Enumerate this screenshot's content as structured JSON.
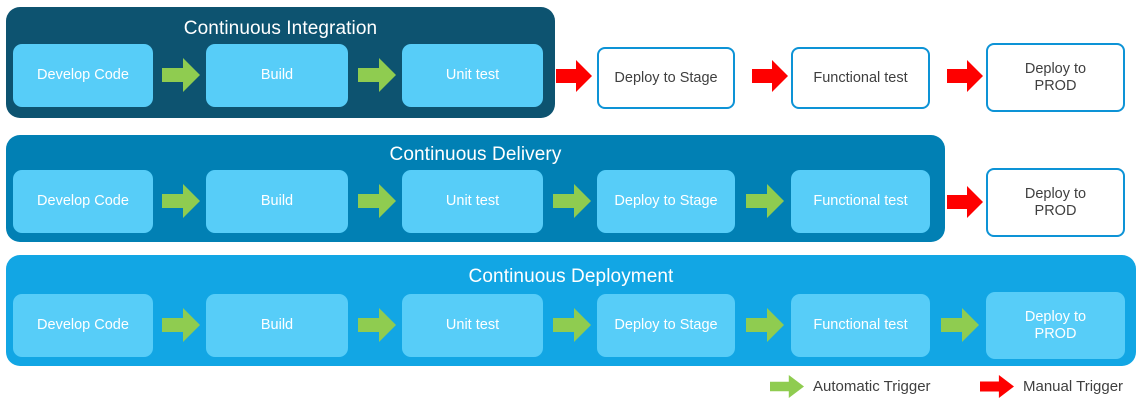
{
  "diagram": {
    "title_hidden": "",
    "colors": {
      "lane_ci": "#0d5370",
      "lane_cd": "#0180b4",
      "lane_cdep": "#12a6e4",
      "stage_blue": "#57cdf8",
      "stage_white_bg": "#ffffff",
      "stage_white_border": "#0d93d6",
      "arrow_auto": "#8fcc50",
      "arrow_manual": "#fe0000",
      "text_on_dark": "#ffffff",
      "text_on_light": "#3f3f3f",
      "page_background": "#ffffff"
    },
    "lanes": [
      {
        "id": "continuous-integration",
        "title": "Continuous Integration",
        "inside_stages": [
          "Develop Code",
          "Build",
          "Unit test"
        ],
        "outside_stages": [
          "Deploy to Stage",
          "Functional test",
          "Deploy to PROD"
        ],
        "inside_connectors": [
          "automatic",
          "automatic"
        ],
        "boundary_connector": "manual",
        "outside_connectors": [
          "manual",
          "manual"
        ]
      },
      {
        "id": "continuous-delivery",
        "title": "Continuous Delivery",
        "inside_stages": [
          "Develop Code",
          "Build",
          "Unit test",
          "Deploy to Stage",
          "Functional test"
        ],
        "outside_stages": [
          "Deploy to PROD"
        ],
        "inside_connectors": [
          "automatic",
          "automatic",
          "automatic",
          "automatic"
        ],
        "boundary_connector": "manual",
        "outside_connectors": []
      },
      {
        "id": "continuous-deployment",
        "title": "Continuous Deployment",
        "inside_stages": [
          "Develop Code",
          "Build",
          "Unit test",
          "Deploy to Stage",
          "Functional test",
          "Deploy to PROD"
        ],
        "outside_stages": [],
        "inside_connectors": [
          "automatic",
          "automatic",
          "automatic",
          "automatic",
          "automatic"
        ],
        "boundary_connector": null,
        "outside_connectors": []
      }
    ],
    "legend": {
      "items": [
        {
          "icon": "green-right-arrow-icon",
          "label": "Automatic Trigger",
          "color": "#8fcc50"
        },
        {
          "icon": "red-right-arrow-icon",
          "label": "Manual Trigger",
          "color": "#fe0000"
        }
      ]
    }
  }
}
